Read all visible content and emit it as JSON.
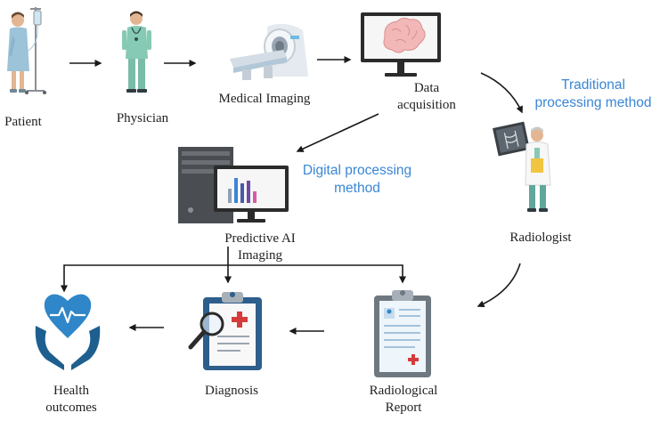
{
  "colors": {
    "accent_blue": "#3a86d4",
    "text": "#222222",
    "arrow": "#1a1a1a",
    "scrubs": "#86c9b4",
    "gown": "#9cc3d8",
    "monitor": "#2b2b2b",
    "clipboard": "#2e5e8c",
    "cross_red": "#d63b3b",
    "heart_blue": "#2f86c8",
    "hands_blue": "#1d5f8f"
  },
  "nodes": {
    "patient": {
      "label": "Patient",
      "icon": "patient-icon"
    },
    "physician": {
      "label": "Physician",
      "icon": "physician-icon"
    },
    "medical_imaging": {
      "label": "Medical Imaging",
      "icon": "mri-scanner-icon"
    },
    "data_acquisition": {
      "line1": "Data",
      "line2": "acquisition",
      "icon": "brain-monitor-icon"
    },
    "traditional": {
      "line1": "Traditional",
      "line2": "processing method"
    },
    "radiologist": {
      "label": "Radiologist",
      "icon": "radiologist-icon"
    },
    "digital": {
      "line1": "Digital processing",
      "line2": "method"
    },
    "predictive_ai": {
      "line1": "Predictive AI",
      "line2": "Imaging",
      "icon": "ai-computer-icon"
    },
    "health_outcomes": {
      "line1": "Health",
      "line2": "outcomes",
      "icon": "heart-hands-icon"
    },
    "diagnosis": {
      "label": "Diagnosis",
      "icon": "diagnosis-clipboard-icon"
    },
    "radiological_report": {
      "line1": "Radiological",
      "line2": "Report",
      "icon": "report-clipboard-icon"
    }
  }
}
